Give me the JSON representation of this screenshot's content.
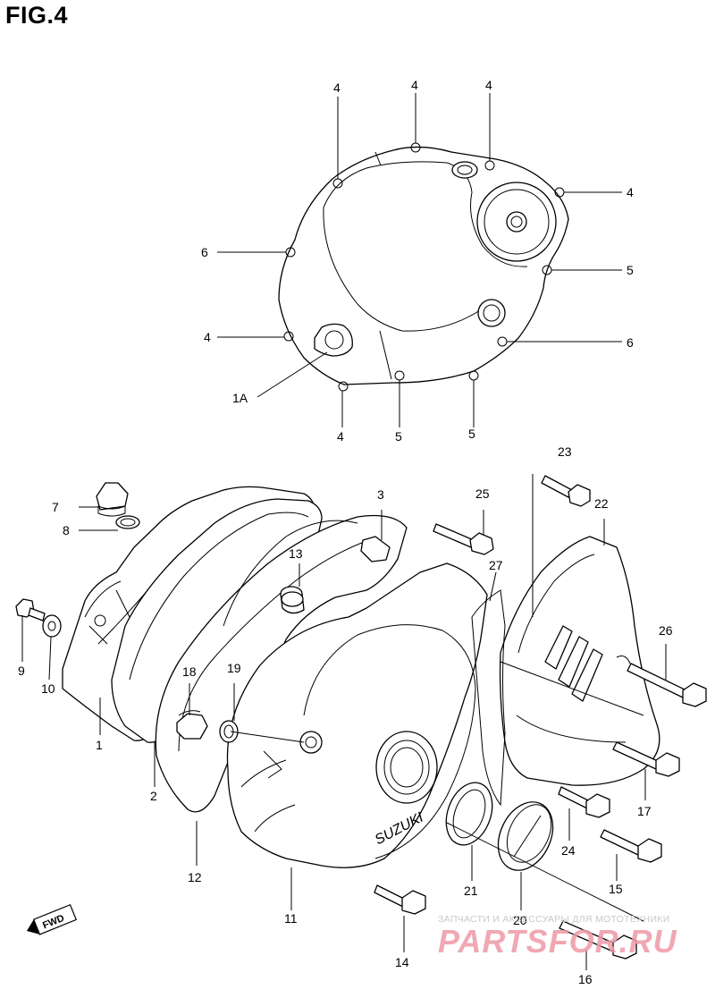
{
  "title": "FIG.4",
  "fwd_badge": "FWD",
  "callouts": [
    {
      "id": "c4a",
      "label": "4"
    },
    {
      "id": "c4b",
      "label": "4"
    },
    {
      "id": "c4c",
      "label": "4"
    },
    {
      "id": "c4d",
      "label": "4"
    },
    {
      "id": "c6a",
      "label": "6"
    },
    {
      "id": "c5a",
      "label": "5"
    },
    {
      "id": "c4e",
      "label": "4"
    },
    {
      "id": "c6b",
      "label": "6"
    },
    {
      "id": "c1A",
      "label": "1A"
    },
    {
      "id": "c4f",
      "label": "4"
    },
    {
      "id": "c5b",
      "label": "5"
    },
    {
      "id": "c5c",
      "label": "5"
    },
    {
      "id": "c23",
      "label": "23"
    },
    {
      "id": "c3",
      "label": "3"
    },
    {
      "id": "c25",
      "label": "25"
    },
    {
      "id": "c22",
      "label": "22"
    },
    {
      "id": "c7",
      "label": "7"
    },
    {
      "id": "c8",
      "label": "8"
    },
    {
      "id": "c13",
      "label": "13"
    },
    {
      "id": "c27",
      "label": "27"
    },
    {
      "id": "c26",
      "label": "26"
    },
    {
      "id": "c9",
      "label": "9"
    },
    {
      "id": "c10",
      "label": "10"
    },
    {
      "id": "c18",
      "label": "18"
    },
    {
      "id": "c19",
      "label": "19"
    },
    {
      "id": "c1",
      "label": "1"
    },
    {
      "id": "c2",
      "label": "2"
    },
    {
      "id": "c17",
      "label": "17"
    },
    {
      "id": "c24",
      "label": "24"
    },
    {
      "id": "c12",
      "label": "12"
    },
    {
      "id": "c15",
      "label": "15"
    },
    {
      "id": "c21",
      "label": "21"
    },
    {
      "id": "c20",
      "label": "20"
    },
    {
      "id": "c11",
      "label": "11"
    },
    {
      "id": "c14",
      "label": "14"
    },
    {
      "id": "c16",
      "label": "16"
    }
  ],
  "brand_text": "SUZUKI",
  "watermark": {
    "tagline": "ЗАПЧАСТИ И АКСЕССУАРЫ ДЛЯ МОТОТЕХНИКИ",
    "logo": "PARTSFOR.RU"
  },
  "colors": {
    "line": "#000000",
    "background": "#ffffff",
    "watermark_logo": "#ee9aa6",
    "watermark_text": "#c9c9c9"
  }
}
